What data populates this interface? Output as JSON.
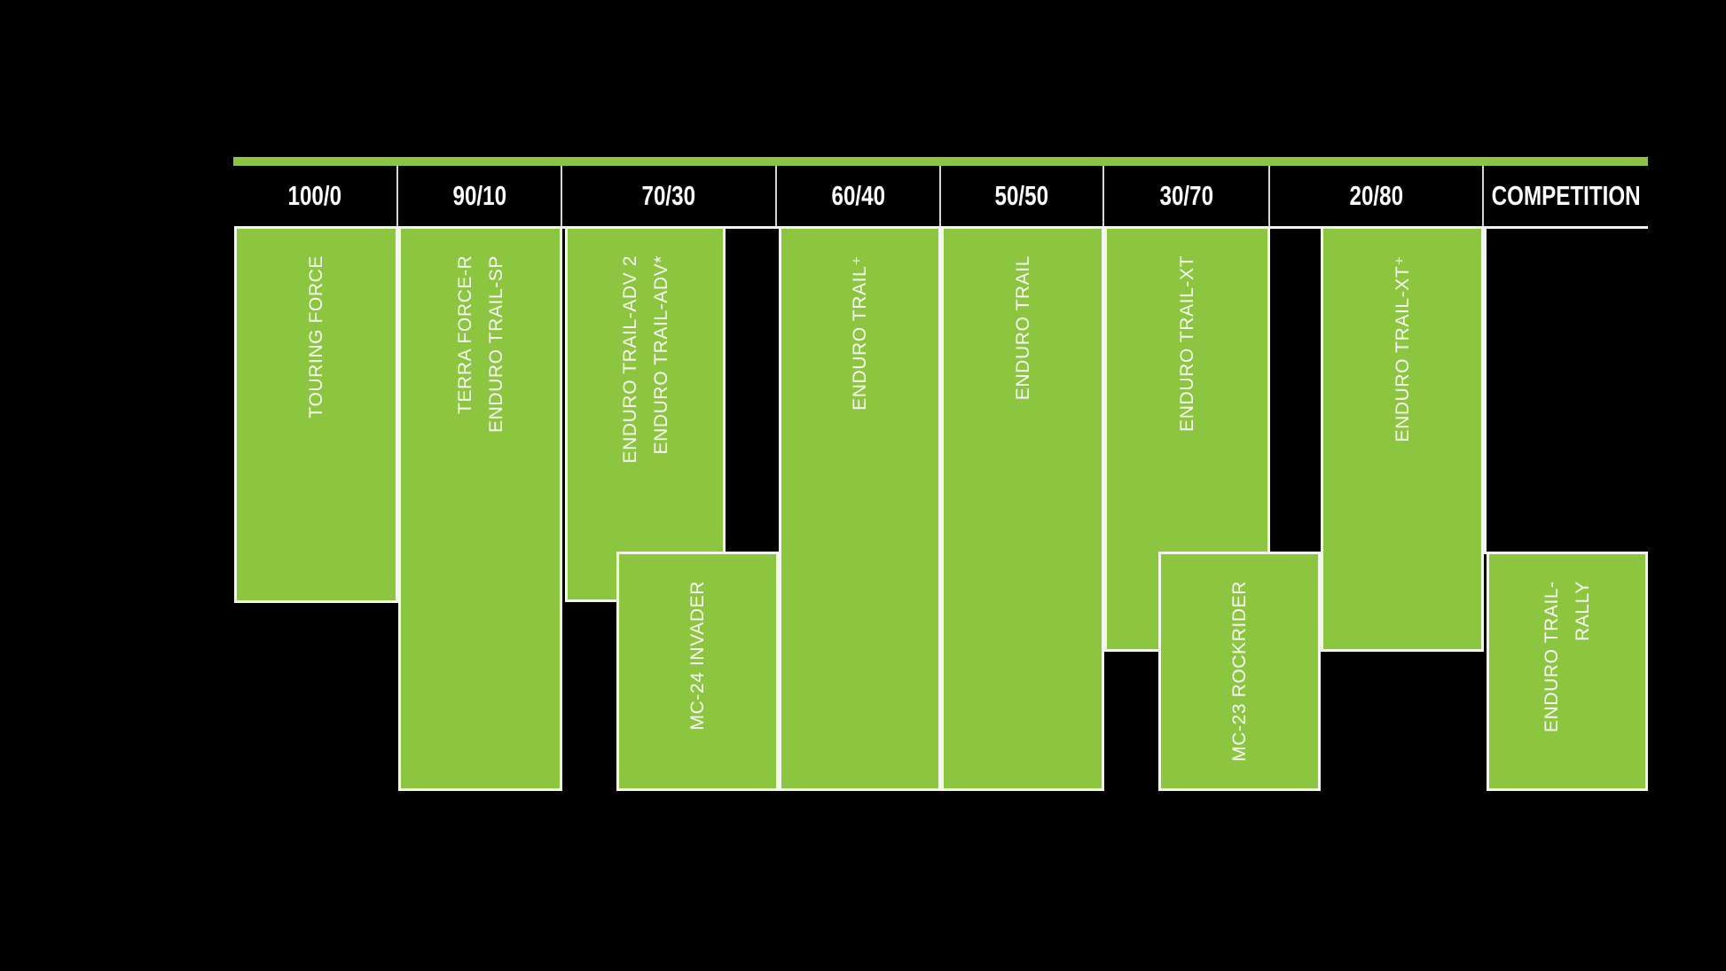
{
  "chart": {
    "headers": [
      "100/0",
      "90/10",
      "70/30",
      "60/40",
      "50/50",
      "30/70",
      "20/80",
      "COMPETITION"
    ],
    "colors": {
      "green": "#8CC540",
      "background": "#000000",
      "block_border": "#F4F6EC",
      "header_text": "#FFFFFF",
      "label_text": "#FBFDF6"
    }
  },
  "blocks": [
    {
      "label": "TOURING FORCE",
      "category": "100/0"
    },
    {
      "label": "TERRA FORCE-R\nENDURO TRAIL-SP",
      "category": "90/10"
    },
    {
      "label": "ENDURO TRAIL-ADV 2\nENDURO TRAIL-ADV*",
      "category": "70/30"
    },
    {
      "label": "MC-24 INVADER",
      "category": "70/30-60/40"
    },
    {
      "label": "ENDURO TRAIL⁺",
      "category": "60/40"
    },
    {
      "label": "ENDURO TRAIL",
      "category": "50/50"
    },
    {
      "label": "ENDURO TRAIL-XT",
      "category": "30/70"
    },
    {
      "label": "MC-23 ROCKRIDER",
      "category": "30/70-20/80"
    },
    {
      "label": "ENDURO TRAIL-XT⁺",
      "category": "20/80"
    },
    {
      "label": "ENDURO TRAIL-RALLY",
      "category": "COMPETITION"
    }
  ],
  "chart_data": {
    "type": "table",
    "title": "",
    "categories": [
      "100/0",
      "90/10",
      "70/30",
      "60/40",
      "50/50",
      "30/70",
      "20/80",
      "COMPETITION"
    ],
    "rows": [
      {
        "products": [
          "TOURING FORCE"
        ],
        "categories": [
          "100/0"
        ],
        "position": "upper"
      },
      {
        "products": [
          "TERRA FORCE-R",
          "ENDURO TRAIL-SP"
        ],
        "categories": [
          "90/10"
        ],
        "position": "full"
      },
      {
        "products": [
          "ENDURO TRAIL-ADV 2",
          "ENDURO TRAIL-ADV*"
        ],
        "categories": [
          "70/30"
        ],
        "position": "upper"
      },
      {
        "products": [
          "MC-24 INVADER"
        ],
        "categories": [
          "70/30",
          "60/40"
        ],
        "position": "lower"
      },
      {
        "products": [
          "ENDURO TRAIL⁺"
        ],
        "categories": [
          "60/40"
        ],
        "position": "full"
      },
      {
        "products": [
          "ENDURO TRAIL"
        ],
        "categories": [
          "50/50"
        ],
        "position": "full"
      },
      {
        "products": [
          "ENDURO TRAIL-XT"
        ],
        "categories": [
          "30/70"
        ],
        "position": "upper"
      },
      {
        "products": [
          "MC-23 ROCKRIDER"
        ],
        "categories": [
          "30/70",
          "20/80"
        ],
        "position": "lower"
      },
      {
        "products": [
          "ENDURO TRAIL-XT⁺"
        ],
        "categories": [
          "20/80"
        ],
        "position": "upper"
      },
      {
        "products": [
          "ENDURO TRAIL-RALLY"
        ],
        "categories": [
          "COMPETITION"
        ],
        "position": "lower"
      }
    ],
    "legend": [],
    "grid": false
  }
}
